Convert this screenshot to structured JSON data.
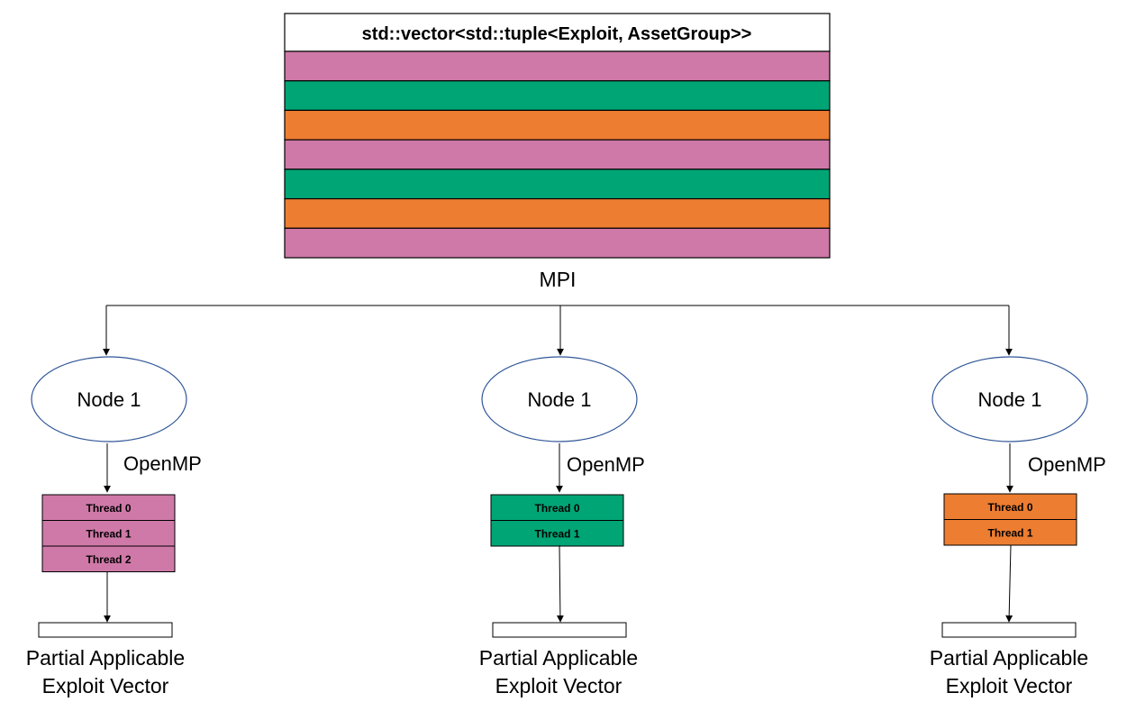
{
  "vector": {
    "title": "std::vector<std::tuple<Exploit, AssetGroup>>",
    "row_colors": [
      "#CF79A8",
      "#00A575",
      "#ED7D31",
      "#CF79A8",
      "#00A575",
      "#ED7D31",
      "#CF79A8"
    ]
  },
  "distribution_label": "MPI",
  "nodes": [
    {
      "label": "Node 1",
      "parallel_label": "OpenMP",
      "color": "#CF79A8",
      "threads": [
        "Thread 0",
        "Thread 1",
        "Thread 2"
      ],
      "output_label_line1": "Partial Applicable",
      "output_label_line2": "Exploit Vector"
    },
    {
      "label": "Node 1",
      "parallel_label": "OpenMP",
      "color": "#00A575",
      "threads": [
        "Thread 0",
        "Thread 1"
      ],
      "output_label_line1": "Partial Applicable",
      "output_label_line2": "Exploit Vector"
    },
    {
      "label": "Node 1",
      "parallel_label": "OpenMP",
      "color": "#ED7D31",
      "threads": [
        "Thread 0",
        "Thread 1"
      ],
      "output_label_line1": "Partial Applicable",
      "output_label_line2": "Exploit Vector"
    }
  ]
}
